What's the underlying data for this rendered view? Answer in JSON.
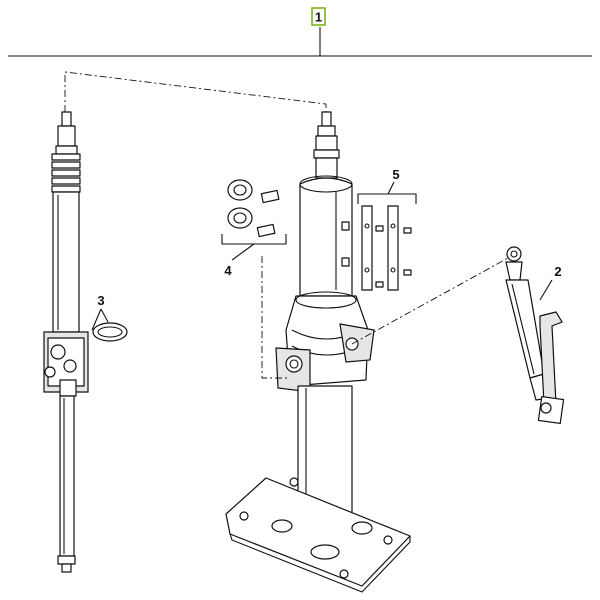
{
  "diagram": {
    "main_callout": {
      "label": "1",
      "highlight_color": "#7ab317"
    },
    "callouts": [
      {
        "id": "column-shaft",
        "label": "3"
      },
      {
        "id": "bolt-washer-kit",
        "label": "4"
      },
      {
        "id": "bracket-strips",
        "label": "5"
      },
      {
        "id": "gas-strut",
        "label": "2"
      }
    ],
    "colors": {
      "line": "#111111",
      "fill": "#ffffff",
      "shade": "#e6e6e6"
    }
  }
}
